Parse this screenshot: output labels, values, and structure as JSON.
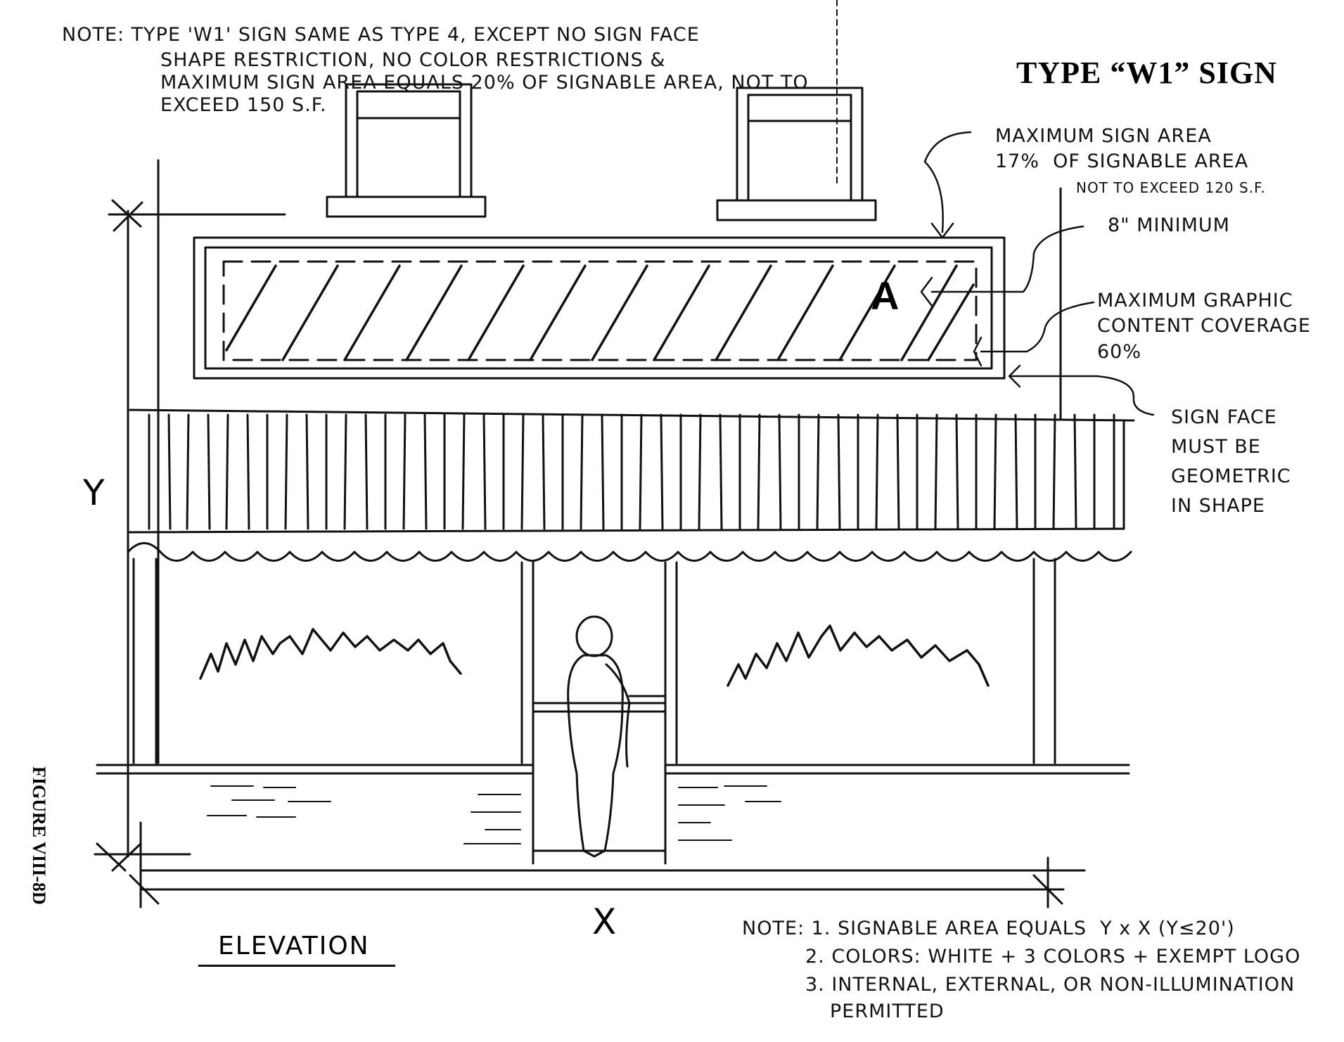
{
  "title": "TYPE “W1” SIGN",
  "figure_label": "FIGURE VIII-8D",
  "top_note": [
    "NOTE: TYPE 'W1' SIGN SAME AS TYPE 4, EXCEPT NO SIGN FACE",
    "SHAPE RESTRICTION, NO COLOR RESTRICTIONS &",
    "MAXIMUM SIGN AREA EQUALS 20% OF SIGNABLE AREA, NOT TO",
    "EXCEED 150 S.F."
  ],
  "callouts": {
    "max_sign_area": [
      "MAXIMUM SIGN AREA",
      "17%  OF SIGNABLE AREA"
    ],
    "max_sign_area_limit": "NOT TO EXCEED 120 S.F.",
    "min_letter": "8\" MINIMUM",
    "graphic_coverage": [
      "MAXIMUM GRAPHIC",
      "CONTENT COVERAGE",
      "60%"
    ],
    "sign_face": [
      "SIGN FACE",
      "MUST BE",
      "GEOMETRIC",
      "IN SHAPE"
    ]
  },
  "sign_letter": "A",
  "dimensions": {
    "x": "X",
    "y": "Y"
  },
  "elevation_label": "ELEVATION",
  "bottom_note": [
    "NOTE: 1. SIGNABLE AREA EQUALS  Y x X (Y≤20')",
    "2. COLORS: WHITE + 3 COLORS + EXEMPT LOGO",
    "3. INTERNAL, EXTERNAL, OR NON-ILLUMINATION",
    "PERMITTED"
  ]
}
